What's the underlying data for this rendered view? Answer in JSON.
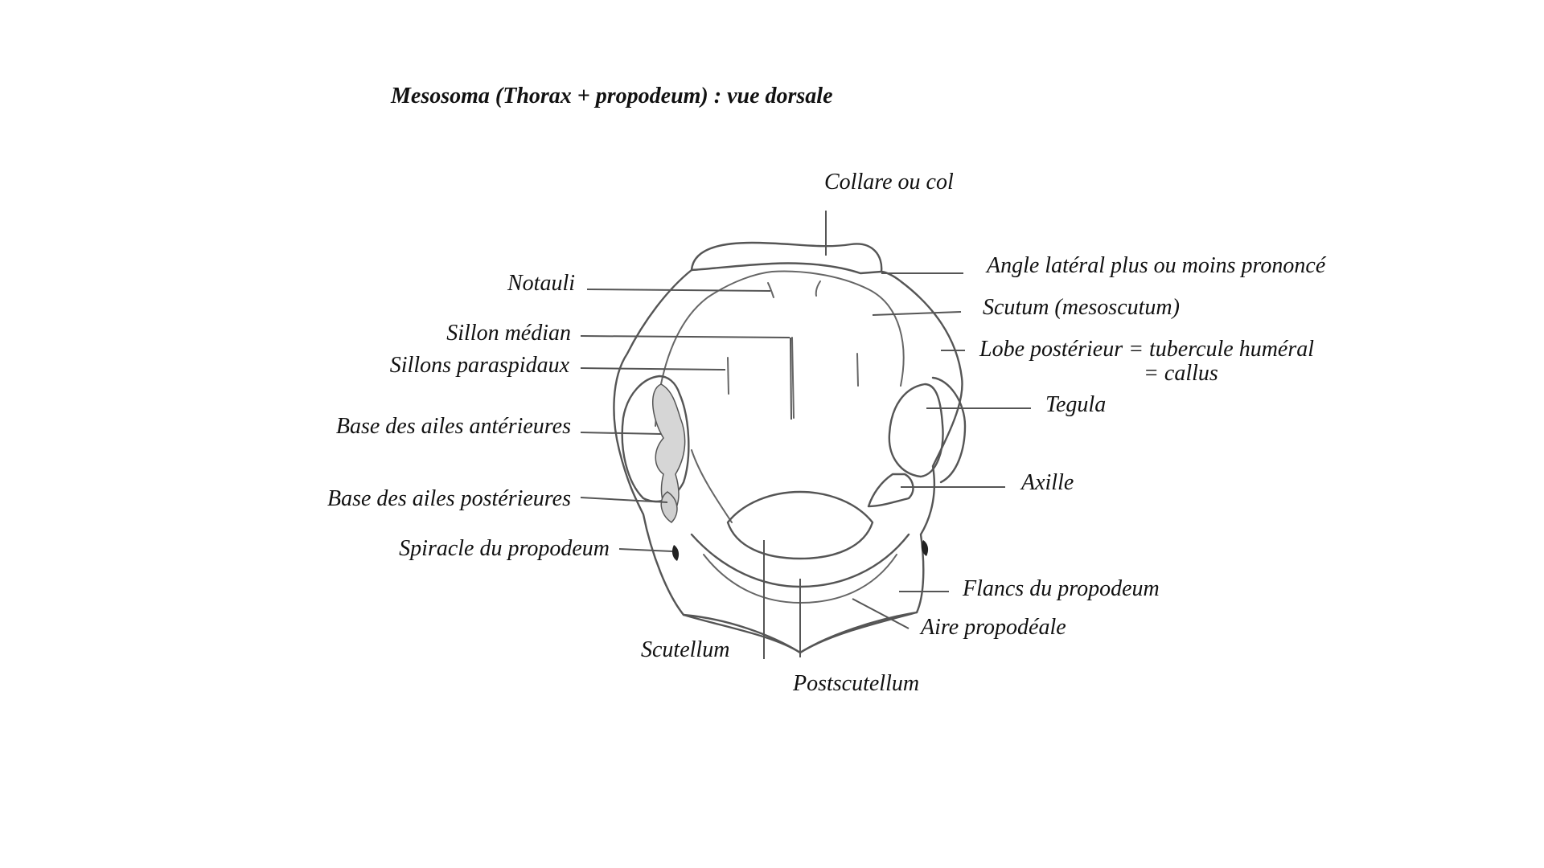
{
  "title": "Mesosoma (Thorax + propodeum) : vue dorsale",
  "labels": {
    "collare": "Collare ou col",
    "angle_lateral": "Angle latéral plus ou moins prononcé",
    "scutum": "Scutum (mesoscutum)",
    "lobe_posterieur_1": "Lobe postérieur = tubercule huméral",
    "lobe_posterieur_2": "= callus",
    "tegula": "Tegula",
    "axille": "Axille",
    "flancs_propodeum": "Flancs du propodeum",
    "aire_propodeale": "Aire propodéale",
    "postscutellum": "Postscutellum",
    "scutellum": "Scutellum",
    "spiracle_propodeum": "Spiracle du propodeum",
    "base_ailes_posterieures": "Base des ailes postérieures",
    "base_ailes_anterieures": "Base des ailes antérieures",
    "sillons_paraspidaux": "Sillons paraspidaux",
    "sillon_median": "Sillon médian",
    "notauli": "Notauli"
  }
}
